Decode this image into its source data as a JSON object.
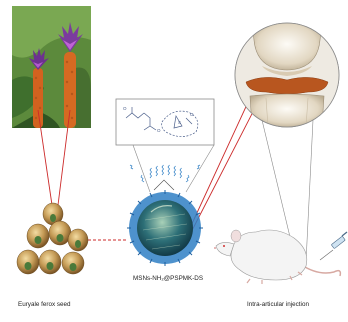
{
  "labels": {
    "seed": "Euryale ferox seed",
    "nanoparticle": "MSNs-NH₂@PSPMK-DS",
    "injection": "Intra-articular injection"
  },
  "colors": {
    "connector_red": "#cc2a2a",
    "callout_gray": "#8a8a8a",
    "flower_purple": "#7b3b9e",
    "stem_orange": "#d2621f",
    "leaf_green": "#4e8a3a",
    "seed_brown": "#b48a4c",
    "core_teal": "#2d6f77",
    "brush_blue": "#2f7fc4",
    "mouse_white": "#f4f4f4",
    "bone_beige": "#e6dcc8",
    "cartilage_orange": "#b8561f"
  },
  "icons": {
    "plant": "euryale-ferox-plant-photo",
    "seeds": "seed-cluster",
    "nanoparticle": "nanoparticle-icon",
    "molecule": "chemical-structure-icon",
    "knee": "knee-joint-icon",
    "mouse": "mouse-icon",
    "syringe": "syringe-icon"
  }
}
